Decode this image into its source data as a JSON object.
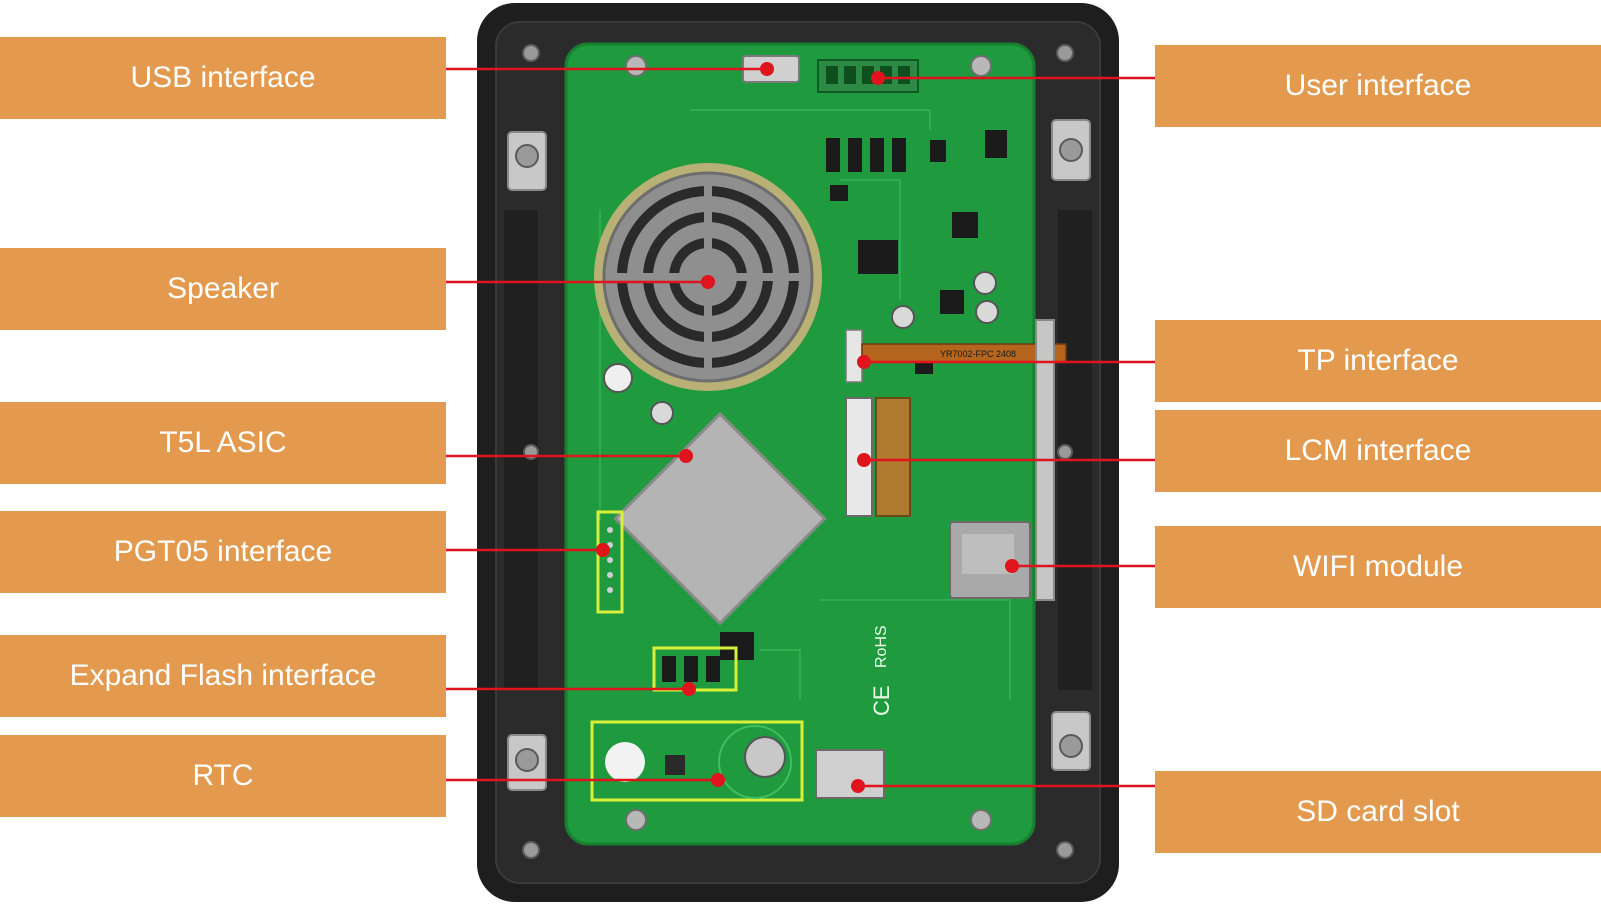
{
  "colors": {
    "label_bg": "#e39a4f",
    "label_text": "#ffffff",
    "leader_line": "#e0141c",
    "pcb_green": "#1f9a3e",
    "enclosure": "#1e1e1e",
    "highlight_box": "#d8f03a"
  },
  "labels": {
    "usb": "USB interface",
    "user": "User interface",
    "speaker": "Speaker",
    "tp": "TP interface",
    "t5l": "T5L ASIC",
    "lcm": "LCM interface",
    "pgt05": "PGT05 interface",
    "wifi": "WIFI module",
    "flash": "Expand Flash interface",
    "rtc": "RTC",
    "sd": "SD card slot"
  },
  "board_markings": {
    "rohs": "RoHS",
    "ce": "CE",
    "fpc": "YR7002-FPC 2408"
  }
}
